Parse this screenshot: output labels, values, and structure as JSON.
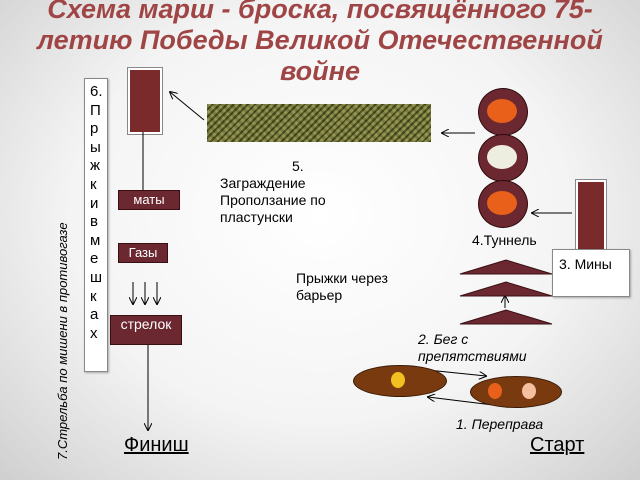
{
  "title": "Схема марш - броска, посвящённого 75- летию Победы Великой Отечественной войне",
  "stations": {
    "jump_bags": "6. Прыжки в мешках",
    "shooting": "7.Стрельба по мишени в противогазе",
    "mats": "маты",
    "gases": "Газы",
    "shooter": "стрелок",
    "obstacle": "5. Заграждение Проползание по пластунски",
    "tunnel": "4.Туннель",
    "mines": "3. Мины",
    "barrier": "Прыжки через барьер",
    "run": "2. Бег с препятствиями",
    "crossing": "1. Переправа",
    "finish": "Финиш",
    "start": "Старт"
  },
  "colors": {
    "title": "#a04545",
    "dark_red": "#6b2830",
    "orange": "#e8601a",
    "brown": "#7a3a10"
  }
}
